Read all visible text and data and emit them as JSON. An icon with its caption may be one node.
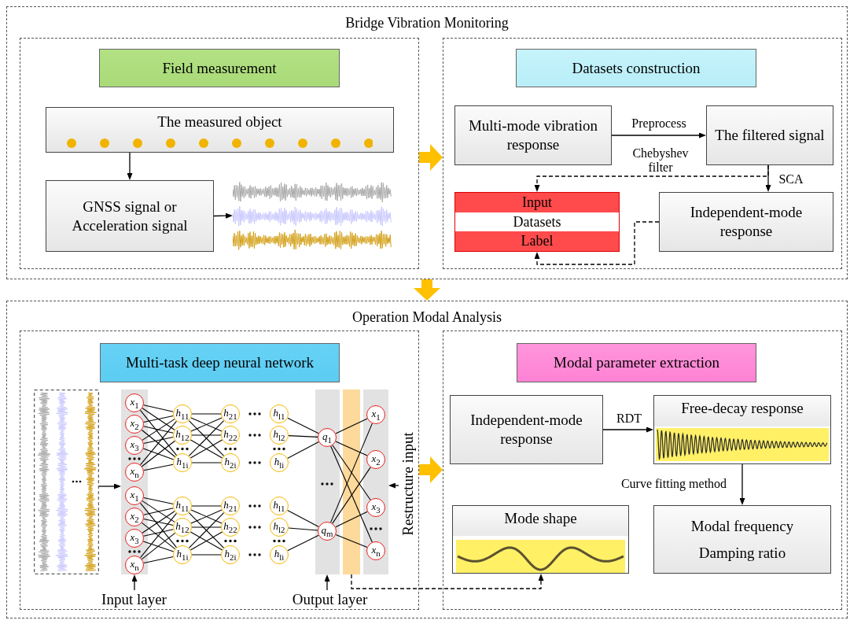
{
  "diagram": {
    "nodes": [
      {
        "text": [
          "Bridge Vibration Monitoring"
        ]
      },
      {
        "text": [],
        "shape": "box",
        "in": 0
      },
      {
        "text": [
          "Field measurement"
        ],
        "in": 1
      },
      {
        "text": [
          "The measured object"
        ],
        "in": 1
      },
      {
        "text": [
          "GNSS signal or Acceleration signal"
        ],
        "in": 1
      },
      {
        "text": [],
        "shape": "picture",
        "in": 1
      },
      {
        "text": [],
        "shape": "box",
        "in": 0
      },
      {
        "text": [
          "Datasets construction"
        ],
        "in": 6
      },
      {
        "text": [
          "Multi-mode vibration response"
        ],
        "in": 6
      },
      {
        "text": [
          "The filtered signal"
        ],
        "in": 6
      },
      {
        "text": [
          "Input",
          "Datasets",
          "Label"
        ],
        "in": 6
      },
      {
        "text": [
          "Independent-mode response"
        ],
        "in": 6
      },
      {
        "text": [
          "Operation Modal Analysis"
        ]
      },
      {
        "text": [],
        "shape": "box",
        "in": 12
      },
      {
        "text": [
          "Multi-task deep neural network"
        ],
        "in": 13
      },
      {
        "text": [],
        "shape": "picture",
        "in": 13
      },
      {
        "text": [],
        "shape": "bar",
        "in": 13
      },
      {
        "text": [
          "*x*$_{1}$"
        ],
        "in": 16
      },
      {
        "text": [
          "*x*$_{2}$"
        ],
        "in": 16
      },
      {
        "text": [
          "*x*$_{3}$"
        ],
        "in": 16
      },
      {
        "text": [
          "*x*$_{n}$"
        ],
        "in": 16
      },
      {
        "text": [
          "*x*$_{1}$"
        ],
        "in": 16
      },
      {
        "text": [
          "*x*$_{2}$"
        ],
        "in": 16
      },
      {
        "text": [
          "*x*$_{3}$"
        ],
        "in": 16
      },
      {
        "text": [
          "*x*$_{n}$"
        ],
        "in": 16
      },
      {
        "text": [
          "*h*$_{11}$"
        ],
        "in": 13
      },
      {
        "text": [
          "*h*$_{12}$"
        ],
        "in": 13
      },
      {
        "text": [
          "*h*$_{1i}$"
        ],
        "in": 13
      },
      {
        "text": [
          "*h*$_{21}$"
        ],
        "in": 13
      },
      {
        "text": [
          "*h*$_{22}$"
        ],
        "in": 13
      },
      {
        "text": [
          "*h*$_{2i}$"
        ],
        "in": 13
      },
      {
        "text": [
          "*h*$_{l1}$"
        ],
        "in": 13
      },
      {
        "text": [
          "*h*$_{l2}$"
        ],
        "in": 13
      },
      {
        "text": [
          "*h*$_{li}$"
        ],
        "in": 13
      },
      {
        "text": [
          "*h*$_{11}$"
        ],
        "in": 13
      },
      {
        "text": [
          "*h*$_{12}$"
        ],
        "in": 13
      },
      {
        "text": [
          "*h*$_{1i}$"
        ],
        "in": 13
      },
      {
        "text": [
          "*h*$_{21}$"
        ],
        "in": 13
      },
      {
        "text": [
          "*h*$_{22}$"
        ],
        "in": 13
      },
      {
        "text": [
          "*h*$_{2i}$"
        ],
        "in": 13
      },
      {
        "text": [
          "*h*$_{l1}$"
        ],
        "in": 13
      },
      {
        "text": [
          "*h*$_{l2}$"
        ],
        "in": 13
      },
      {
        "text": [
          "*h*$_{li}$"
        ],
        "in": 13
      },
      {
        "text": [],
        "shape": "bar",
        "in": 13
      },
      {
        "text": [
          "*q*$_{1}$"
        ],
        "in": 43
      },
      {
        "text": [
          "*q*$_{m}$"
        ],
        "in": 43
      },
      {
        "text": [],
        "shape": "bar",
        "in": 13
      },
      {
        "text": [
          "*x*$_{1}$"
        ],
        "in": 46
      },
      {
        "text": [
          "*x*$_{2}$"
        ],
        "in": 46
      },
      {
        "text": [
          "*x*$_{3}$"
        ],
        "in": 46
      },
      {
        "text": [
          "*x*$_{n}$"
        ],
        "in": 46
      },
      {
        "text": [
          "Input layer"
        ],
        "in": 13
      },
      {
        "text": [
          "Output layer"
        ],
        "in": 13
      },
      {
        "text": [
          "Restructure input"
        ],
        "in": 13
      },
      {
        "text": [],
        "shape": "box",
        "in": 12
      },
      {
        "text": [
          "Modal parameter extraction"
        ],
        "in": 54
      },
      {
        "text": [
          "Independent-mode response"
        ],
        "in": 54
      },
      {
        "text": [
          "Free-decay response"
        ],
        "in": 54
      },
      {
        "text": [
          "Modal frequency",
          "Damping ratio"
        ],
        "in": 54
      },
      {
        "text": [
          "Mode shape"
        ],
        "in": 54
      }
    ],
    "edges": [
      {
        "from": 3,
        "to": 4,
        "arrow": "to"
      },
      {
        "from": 4,
        "to": 5,
        "arrow": "to"
      },
      {
        "from": 1,
        "to": 6,
        "arrow": "to",
        "style": "thick",
        "color": "#ffc000"
      },
      {
        "from": 8,
        "to": 9,
        "arrow": "to",
        "label": "Preprocess"
      },
      {
        "from": 9,
        "to": 11,
        "arrow": "to",
        "label": "SCA"
      },
      {
        "from": 9,
        "to": 10,
        "arrow": "to",
        "style": "dashed"
      },
      {
        "from": 11,
        "to": 10,
        "arrow": "to",
        "style": "dashed"
      },
      {
        "from": 0,
        "to": 12,
        "arrow": "to",
        "style": "thick",
        "color": "#ffc000"
      },
      {
        "from": 15,
        "to": 16,
        "arrow": "to"
      },
      {
        "from": 17,
        "to": 25,
        "arrow": "none"
      },
      {
        "from": 17,
        "to": 26,
        "arrow": "none"
      },
      {
        "from": 17,
        "to": 27,
        "arrow": "none"
      },
      {
        "from": 18,
        "to": 25,
        "arrow": "none"
      },
      {
        "from": 18,
        "to": 26,
        "arrow": "none"
      },
      {
        "from": 18,
        "to": 27,
        "arrow": "none"
      },
      {
        "from": 19,
        "to": 25,
        "arrow": "none"
      },
      {
        "from": 19,
        "to": 26,
        "arrow": "none"
      },
      {
        "from": 19,
        "to": 27,
        "arrow": "none"
      },
      {
        "from": 20,
        "to": 25,
        "arrow": "none"
      },
      {
        "from": 20,
        "to": 26,
        "arrow": "none"
      },
      {
        "from": 20,
        "to": 27,
        "arrow": "none"
      },
      {
        "from": 25,
        "to": 28,
        "arrow": "none"
      },
      {
        "from": 25,
        "to": 29,
        "arrow": "none"
      },
      {
        "from": 25,
        "to": 30,
        "arrow": "none"
      },
      {
        "from": 26,
        "to": 28,
        "arrow": "none"
      },
      {
        "from": 26,
        "to": 29,
        "arrow": "none"
      },
      {
        "from": 26,
        "to": 30,
        "arrow": "none"
      },
      {
        "from": 27,
        "to": 28,
        "arrow": "none"
      },
      {
        "from": 27,
        "to": 29,
        "arrow": "none"
      },
      {
        "from": 27,
        "to": 30,
        "arrow": "none"
      },
      {
        "from": 31,
        "to": 44,
        "arrow": "none"
      },
      {
        "from": 32,
        "to": 44,
        "arrow": "none"
      },
      {
        "from": 33,
        "to": 44,
        "arrow": "none"
      },
      {
        "from": 21,
        "to": 34,
        "arrow": "none"
      },
      {
        "from": 21,
        "to": 35,
        "arrow": "none"
      },
      {
        "from": 21,
        "to": 36,
        "arrow": "none"
      },
      {
        "from": 22,
        "to": 34,
        "arrow": "none"
      },
      {
        "from": 22,
        "to": 35,
        "arrow": "none"
      },
      {
        "from": 22,
        "to": 36,
        "arrow": "none"
      },
      {
        "from": 23,
        "to": 34,
        "arrow": "none"
      },
      {
        "from": 23,
        "to": 35,
        "arrow": "none"
      },
      {
        "from": 23,
        "to": 36,
        "arrow": "none"
      },
      {
        "from": 24,
        "to": 34,
        "arrow": "none"
      },
      {
        "from": 24,
        "to": 35,
        "arrow": "none"
      },
      {
        "from": 24,
        "to": 36,
        "arrow": "none"
      },
      {
        "from": 34,
        "to": 37,
        "arrow": "none"
      },
      {
        "from": 34,
        "to": 38,
        "arrow": "none"
      },
      {
        "from": 34,
        "to": 39,
        "arrow": "none"
      },
      {
        "from": 35,
        "to": 37,
        "arrow": "none"
      },
      {
        "from": 35,
        "to": 38,
        "arrow": "none"
      },
      {
        "from": 35,
        "to": 39,
        "arrow": "none"
      },
      {
        "from": 36,
        "to": 37,
        "arrow": "none"
      },
      {
        "from": 36,
        "to": 38,
        "arrow": "none"
      },
      {
        "from": 36,
        "to": 39,
        "arrow": "none"
      },
      {
        "from": 40,
        "to": 45,
        "arrow": "none"
      },
      {
        "from": 41,
        "to": 45,
        "arrow": "none"
      },
      {
        "from": 42,
        "to": 45,
        "arrow": "none"
      },
      {
        "from": 44,
        "to": 47,
        "arrow": "none"
      },
      {
        "from": 44,
        "to": 48,
        "arrow": "none"
      },
      {
        "from": 44,
        "to": 49,
        "arrow": "none"
      },
      {
        "from": 44,
        "to": 50,
        "arrow": "none"
      },
      {
        "from": 45,
        "to": 47,
        "arrow": "none"
      },
      {
        "from": 45,
        "to": 48,
        "arrow": "none"
      },
      {
        "from": 45,
        "to": 49,
        "arrow": "none"
      },
      {
        "from": 45,
        "to": 50,
        "arrow": "none"
      },
      {
        "from": 51,
        "to": 16,
        "arrow": "to"
      },
      {
        "from": 52,
        "to": 43,
        "arrow": "to"
      },
      {
        "from": 53,
        "to": 46,
        "arrow": "to"
      },
      {
        "from": null,
        "to": 59,
        "arrow": "to",
        "style": "dashed"
      },
      {
        "from": 13,
        "to": 54,
        "arrow": "to",
        "style": "thick",
        "color": "#ffc000"
      },
      {
        "from": 56,
        "to": 57,
        "arrow": "to",
        "label": "RDT"
      },
      {
        "from": 57,
        "to": 58,
        "arrow": "to",
        "label": "Curve fitting method"
      }
    ],
    "labels": [
      "Chebyshev filter"
    ]
  }
}
